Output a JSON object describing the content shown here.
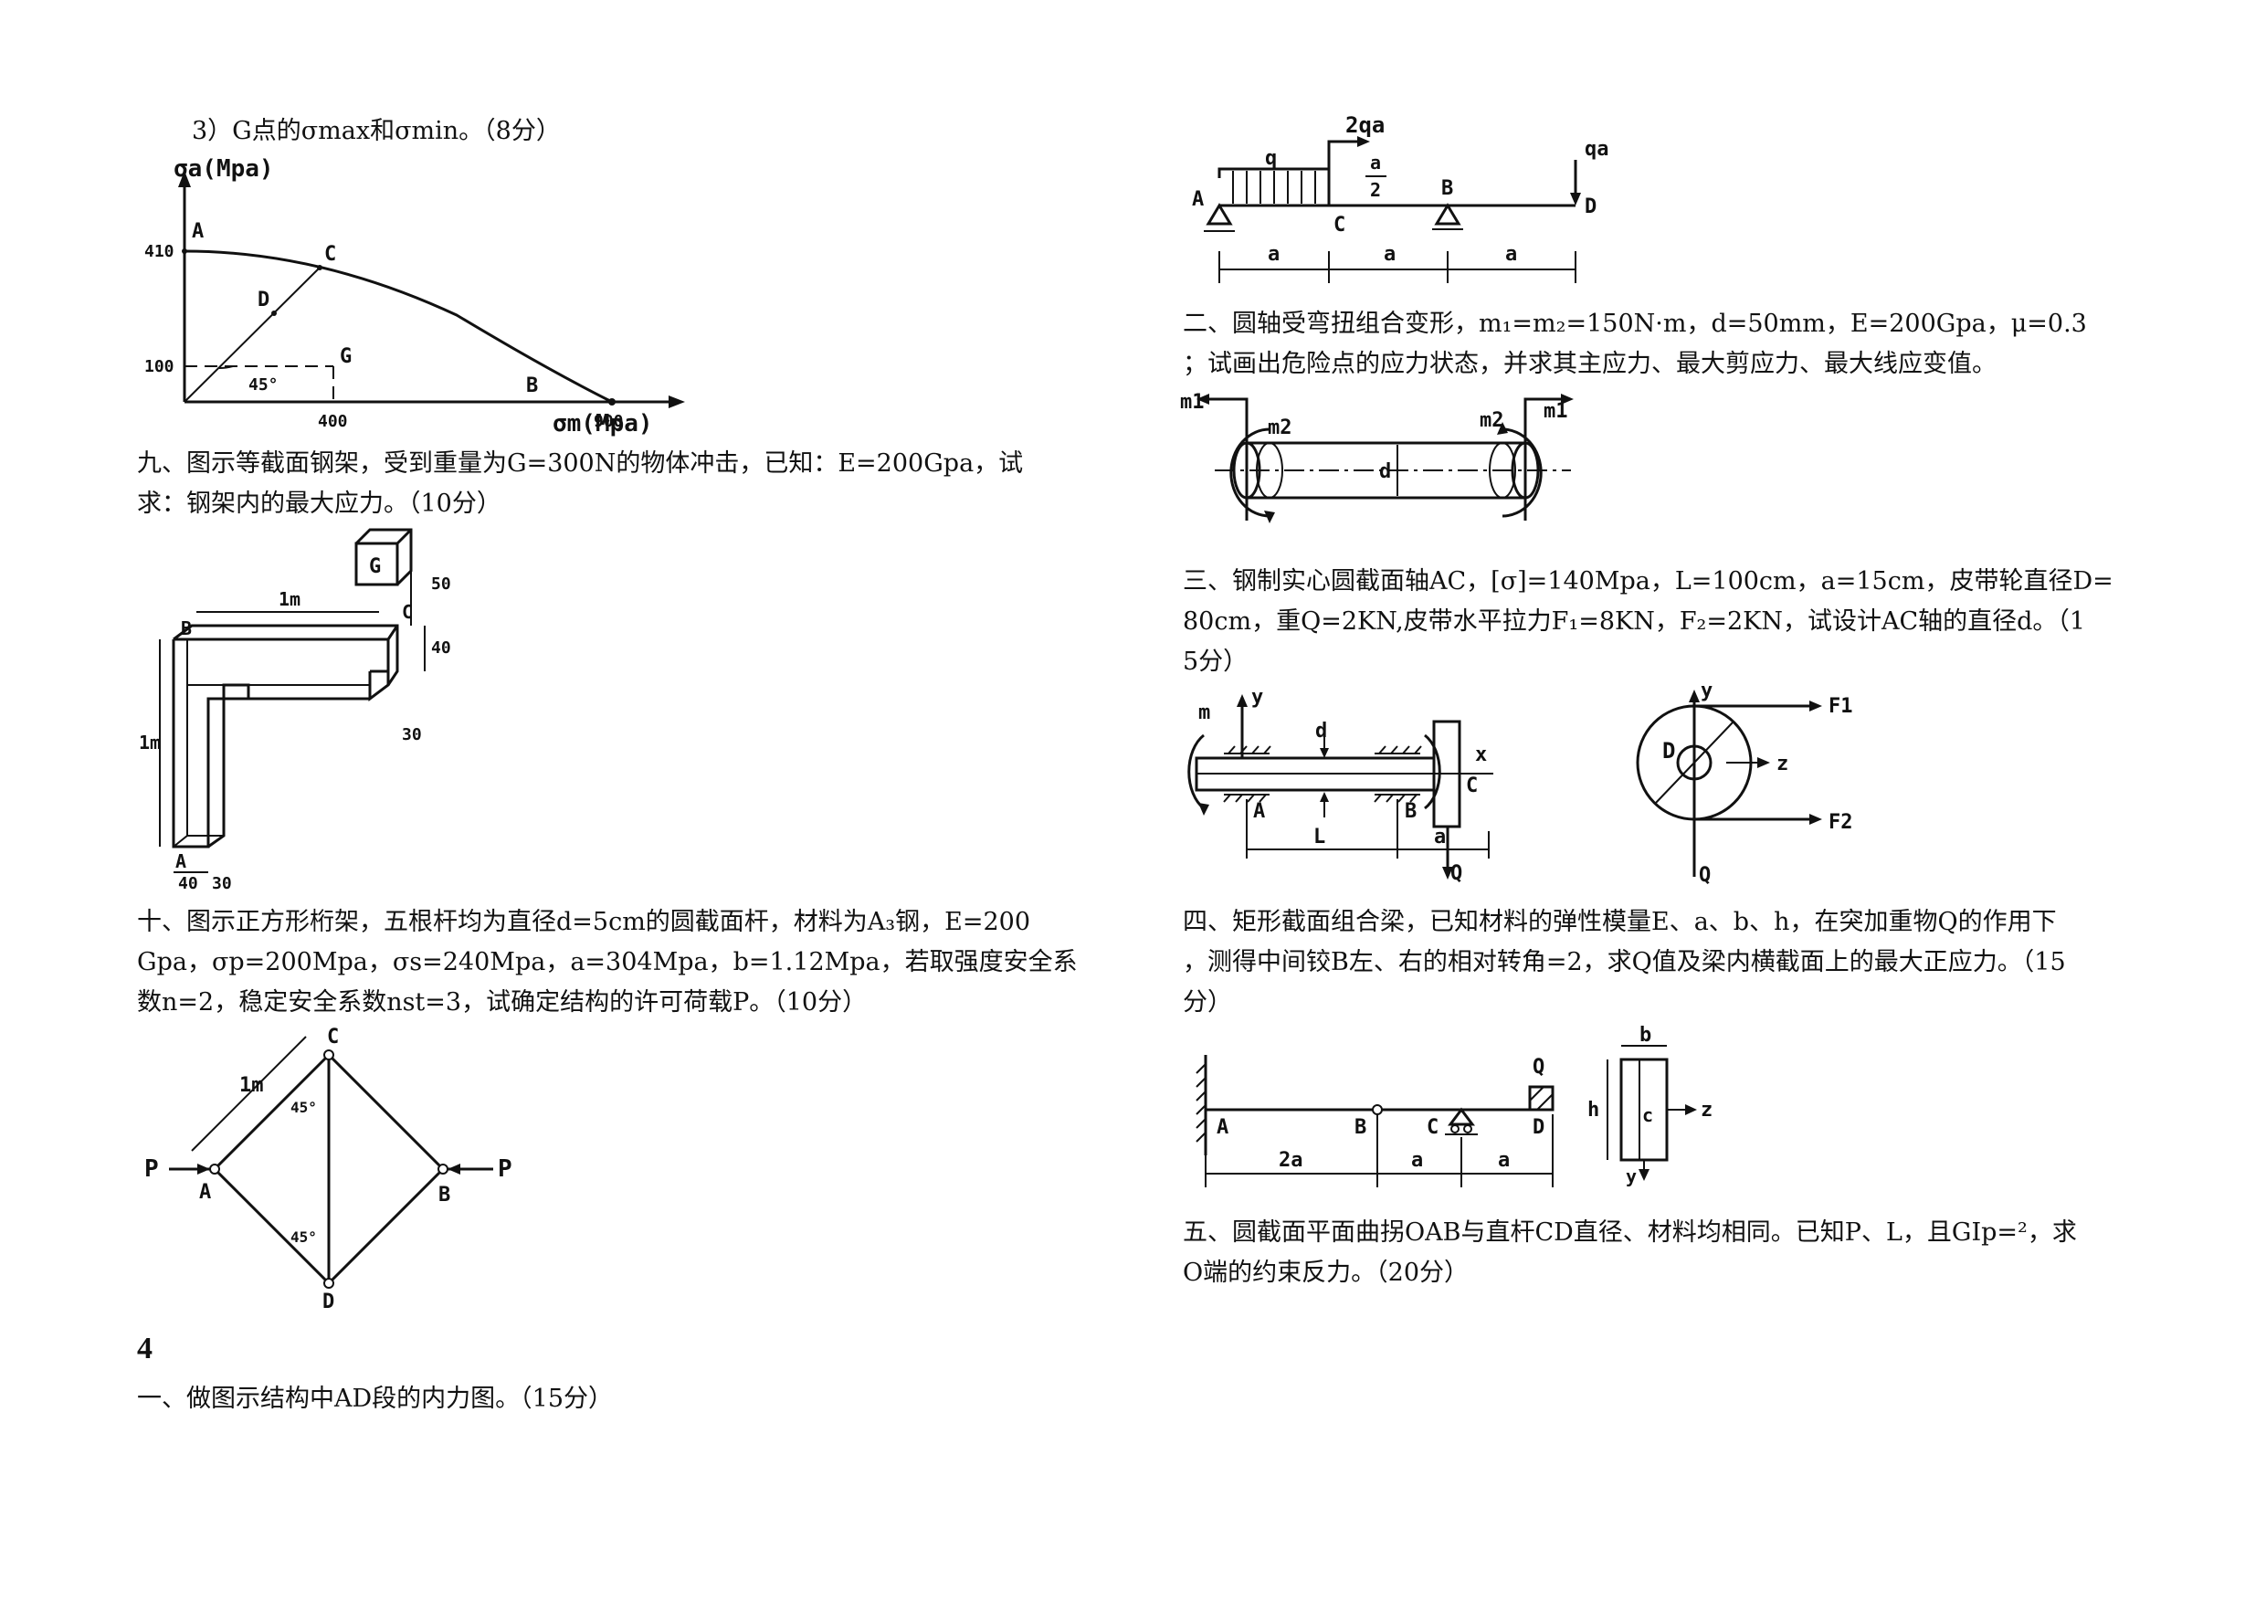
{
  "left": {
    "q8_part3": "3）G点的σmax和σmin。（8分）",
    "fig_haigh": {
      "y_axis": "σa(Mpa)",
      "x_axis": "σm(Mpa)",
      "ticks": [
        "410",
        "100",
        "400",
        "900"
      ],
      "points": [
        "A",
        "C",
        "D",
        "G",
        "B"
      ],
      "angle": "45°"
    },
    "q9_line1": "九、图示等截面钢架，受到重量为G=300N的物体冲击，已知：E=200Gpa，试",
    "q9_line2": "求：钢架内的最大应力。（10分）",
    "fig_frame": {
      "weight": "G",
      "dims": [
        "1m",
        "1m",
        "50",
        "40",
        "30",
        "40",
        "30"
      ],
      "points": [
        "B",
        "C",
        "A"
      ]
    },
    "q10_line1": "十、图示正方形桁架，五根杆均为直径d=5cm的圆截面杆，材料为A₃钢，E=200",
    "q10_line2": "Gpa，σp=200Mpa，σs=240Mpa，a=304Mpa，b=1.12Mpa，若取强度安全系",
    "q10_line3": "数n=2，稳定安全系数nst=3，试确定结构的许可荷载P。（10分）",
    "fig_truss": {
      "points": [
        "C",
        "A",
        "B",
        "D"
      ],
      "loads": [
        "P",
        "P"
      ],
      "length": "1m",
      "angles": [
        "45°",
        "45°"
      ]
    },
    "section_number": "4",
    "q1": "一、做图示结构中AD段的内力图。（15分）"
  },
  "right": {
    "fig_beam1": {
      "loads": [
        "q",
        "2qa",
        "qa"
      ],
      "frac": [
        "a",
        "2"
      ],
      "points": [
        "A",
        "C",
        "B",
        "D"
      ],
      "dims": [
        "a",
        "a",
        "a"
      ]
    },
    "q2_line1": "二、圆轴受弯扭组合变形，m₁=m₂=150N·m，d=50mm，E=200Gpa，μ=0.3",
    "q2_line2": "；试画出危险点的应力状态，并求其主应力、最大剪应力、最大线应变值。",
    "fig_shaft": {
      "labels": [
        "m1",
        "m2",
        "d",
        "m2",
        "m1"
      ]
    },
    "q3_line1": "三、钢制实心圆截面轴AC，[σ]=140Mpa，L=100cm，a=15cm，皮带轮直径D=",
    "q3_line2": "80cm，重Q=2KN,皮带水平拉力F₁=8KN，F₂=2KN，试设计AC轴的直径d。（1",
    "q3_line3": "5分）",
    "fig_pulley": {
      "labels": [
        "m",
        "y",
        "d",
        "x",
        "A",
        "B",
        "C",
        "L",
        "a",
        "Q",
        "y",
        "D",
        "z",
        "F1",
        "F2",
        "Q"
      ]
    },
    "q4_line1": "四、矩形截面组合梁，已知材料的弹性模量E、a、b、h，在突加重物Q的作用下",
    "q4_line2": "，测得中间铰B左、右的相对转角=2，求Q值及梁内横截面上的最大正应力。（15",
    "q4_line3": "分）",
    "fig_beam2": {
      "labels": [
        "Q",
        "A",
        "B",
        "C",
        "D"
      ],
      "dims": [
        "2a",
        "a",
        "a"
      ],
      "section": [
        "b",
        "h",
        "c",
        "z",
        "y"
      ]
    },
    "q5_line1": "五、圆截面平面曲拐OAB与直杆CD直径、材料均相同。已知P、L，且GIp=²，求",
    "q5_line2": "O端的约束反力。（20分）"
  }
}
